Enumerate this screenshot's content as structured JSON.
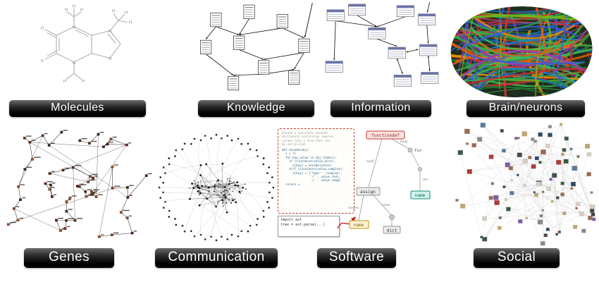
{
  "figure": {
    "background": "#ffffff",
    "label_bar_color": "#000000",
    "label_text_color": "#ffffff"
  },
  "panels": [
    {
      "id": "molecules",
      "label": "Molecules"
    },
    {
      "id": "knowledge",
      "label": "Knowledge"
    },
    {
      "id": "information",
      "label": "Information"
    },
    {
      "id": "brain-neurons",
      "label": "Brain/neurons"
    },
    {
      "id": "genes",
      "label": "Genes"
    },
    {
      "id": "communication",
      "label": "Communication"
    },
    {
      "id": "software",
      "label": "Software"
    },
    {
      "id": "social",
      "label": "Social"
    }
  ],
  "molecule": {
    "h": "H",
    "o": "O",
    "n": "N"
  },
  "software": {
    "docstring": "Encode a (possibly nested)\ndictionary containing complex\nvalues into a form that can\nbe serialized.",
    "code": "def encode(obj):\n  x = {}\n  for key,value in obj.items():\n    if isinstance(value,dict):\n      x[key] = encode(value)\n    elif isinstance(value,complex):\n      x[key] = {'type': 'complex',\n                'r' : value.real,\n                'i' : value.imag}\n  return x",
    "import_code": "import ast\ntree = ast.parse(...)",
    "tree": {
      "functiondef": "functiondef",
      "assign": "assign",
      "for": "for",
      "name_a": "name",
      "name_b": "name",
      "dict": "dict"
    },
    "edges": {
      "body_l": "body",
      "body_r": "body",
      "targets": "targets",
      "value": "value",
      "iter": "iter"
    }
  }
}
